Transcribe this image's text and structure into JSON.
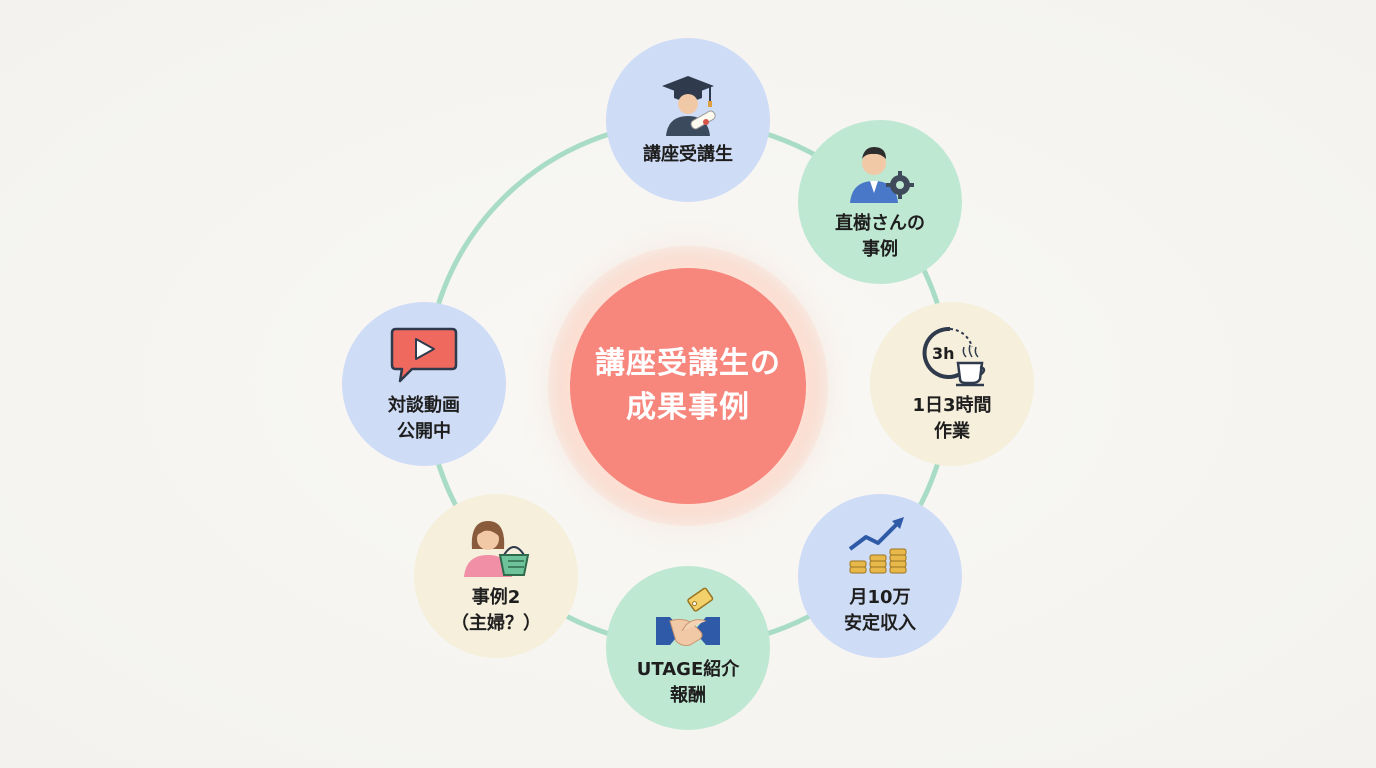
{
  "center": {
    "line1": "講座受講生の",
    "line2": "成果事例"
  },
  "nodes": [
    {
      "id": "graduate",
      "label": "講座受講生",
      "icon": "graduate-icon",
      "color": "blue"
    },
    {
      "id": "naoki",
      "label": "直樹さんの\n事例",
      "icon": "person-gear-icon",
      "color": "green"
    },
    {
      "id": "hours",
      "label": "1日3時間\n作業",
      "icon": "clock-coffee-icon",
      "color": "cream",
      "icon_text": "3h"
    },
    {
      "id": "income",
      "label": "月10万\n安定収入",
      "icon": "coins-growth-icon",
      "color": "blue"
    },
    {
      "id": "utage",
      "label": "UTAGE紹介\n報酬",
      "icon": "handshake-tag-icon",
      "color": "green"
    },
    {
      "id": "case2",
      "label": "事例2\n（主婦？）",
      "icon": "woman-basket-icon",
      "color": "cream"
    },
    {
      "id": "video",
      "label": "対談動画\n公開中",
      "icon": "video-play-icon",
      "color": "blue"
    }
  ],
  "colors": {
    "ring": "#a8dcc6",
    "center": "#f7867d",
    "blue": "#cfdcf6",
    "green": "#bfe8d3",
    "cream": "#f6efdc"
  }
}
